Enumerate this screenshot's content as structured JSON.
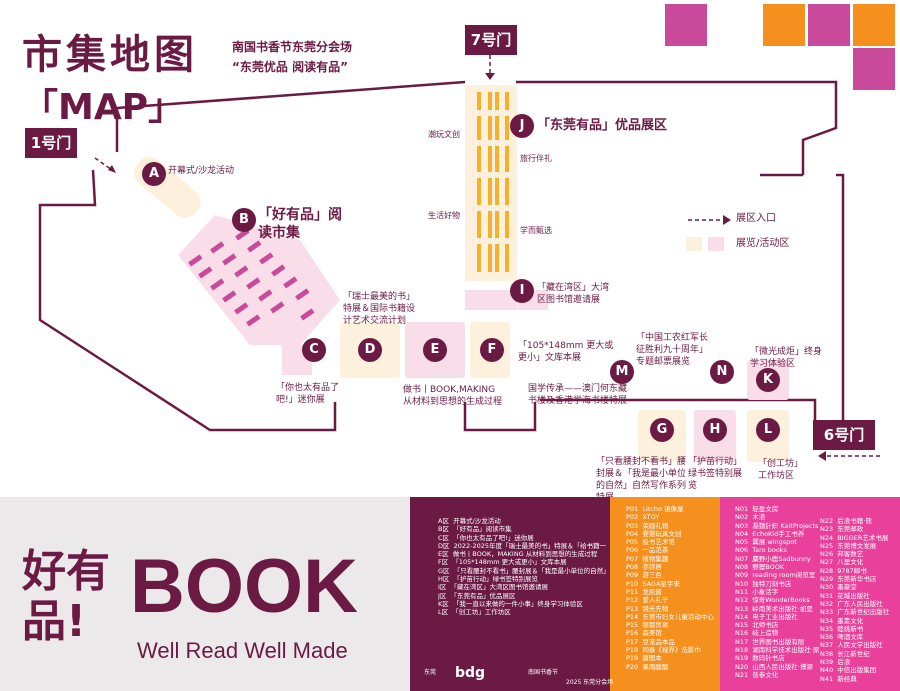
{
  "header": {
    "title": "市集地图",
    "map_en": "「MAP」",
    "event_name": "南国书香节东莞分会场",
    "slogan": "“东莞优品 阅读有品”"
  },
  "gates": {
    "gate1": "1号门",
    "gate7": "7号门",
    "gate6": "6号门"
  },
  "legend": {
    "entrance": "展区入口",
    "exhibit_area": "展览/活动区"
  },
  "zones": {
    "A": {
      "letter": "A",
      "label": "开幕式/沙龙活动"
    },
    "B": {
      "letter": "B",
      "label": "「好有品」阅读市集"
    },
    "C": {
      "letter": "C",
      "label": "「你也太有品了吧!」迷你展"
    },
    "D": {
      "letter": "D",
      "label": "「瑞士最美的书」特展＆国际书籍设计艺术交流计划"
    },
    "E": {
      "letter": "E",
      "label": ""
    },
    "F": {
      "letter": "F",
      "label": "「105*148mm 更大或更小」文库本展"
    },
    "DE_label": "做书丨BOOK,MAKING 从材料到思想的生成过程",
    "G": {
      "letter": "G",
      "label": "「只看腰封不看书」腰封展＆「我是最小单位的自然」自然写作系列特展"
    },
    "H": {
      "letter": "H",
      "label": "「护苗行动」绿书签特别展览"
    },
    "I": {
      "letter": "I",
      "label": "「藏在湾区」大湾区图书馆邀请展"
    },
    "J": {
      "letter": "J",
      "label": "「东莞有品」优品展区"
    },
    "K": {
      "letter": "K",
      "label": "「微光成炬」终身学习体验区"
    },
    "L": {
      "letter": "L",
      "label": "「创工坊」工作坊区"
    },
    "M": {
      "letter": "M",
      "label": "国学传承——澳门何东藏书楼及香港学海书楼特展"
    },
    "N": {
      "letter": "N",
      "label": "「中国工农红军长征胜利九十周年」专题邮票展览"
    },
    "J_sub": [
      "潮玩文创",
      "旅行伴礼",
      "生活好物",
      "学而甄选"
    ]
  },
  "bottom": {
    "big_cn": "好有品!",
    "book": "BOOK",
    "tagline": "Well Read Well Made",
    "zone_list": [
      [
        "A区",
        "开幕式/沙龙活动"
      ],
      [
        "B区",
        "「好有品」阅读市集"
      ],
      [
        "C区",
        "「你也太有品了吧!」迷你展"
      ],
      [
        "D区",
        "2022-2025年度「瑞士最美的书」特展＆「给书籍一个机会」国际书籍设计艺术交流计划"
      ],
      [
        "E区",
        "做书丨BOOK，MAKING 从材料到思想的生成过程"
      ],
      [
        "F区",
        "「105*148mm 更大或更小」文库本展"
      ],
      [
        "G区",
        "「只看腰封不看书」腰封展＆「我是最小单位的自然」自然写作系列特展"
      ],
      [
        "H区",
        "「护苗行动」绿书签特别展览"
      ],
      [
        "I区",
        "「藏在湾区」大湾区图书馆邀请展"
      ],
      [
        "J区",
        "「东莞有品」优品展区"
      ],
      [
        "K区",
        "「我一直以来做的一件小事」终身学习体验区"
      ],
      [
        "L区",
        "「创工坊」工作坊区"
      ]
    ],
    "p_list": [
      [
        "P01",
        "Litcho 镜像屋"
      ],
      [
        "P02",
        "XTOY"
      ],
      [
        "P03",
        "荣圆礼物"
      ],
      [
        "P04",
        "婴婴玩具文创"
      ],
      [
        "P05",
        "极书艺术馆"
      ],
      [
        "P06",
        "一品范茶"
      ],
      [
        "P07",
        "植物集趣"
      ],
      [
        "P08",
        "弥弥居"
      ],
      [
        "P09",
        "游三色"
      ],
      [
        "P10",
        "SAGA星宇来"
      ],
      [
        "P11",
        "龙凯酱"
      ],
      [
        "P12",
        "爱人礼子"
      ],
      [
        "P13",
        "镜光先物"
      ],
      [
        "P14",
        "东莞市妇女儿童活动中心"
      ],
      [
        "P15",
        "银都贸易"
      ],
      [
        "P16",
        "森美馆"
      ],
      [
        "P17",
        "豆宠品本品"
      ],
      [
        "P18",
        "同泰《视界》洗影巾"
      ],
      [
        "P19",
        "唐图本"
      ],
      [
        "P20",
        "果雨酸酸"
      ]
    ],
    "n_list_1": [
      [
        "N01",
        "轻盈文房"
      ],
      [
        "N02",
        "木浪"
      ],
      [
        "N03",
        "凝魏针织 KaitProjects"
      ],
      [
        "N04",
        "EchoKid手工书养"
      ],
      [
        "N05",
        "翼展 wingspot"
      ],
      [
        "N06",
        "Taro books"
      ],
      [
        "N07",
        "麋野小鹿Sadbunny"
      ],
      [
        "N08",
        "野狸BOOK"
      ],
      [
        "N09",
        "reading room阅览室"
      ],
      [
        "N10",
        "独特刀刻书店"
      ],
      [
        "N11",
        "小象活字"
      ],
      [
        "N12",
        "惊奇WonderBooks"
      ],
      [
        "N13",
        "岭南美术出版社·如是"
      ],
      [
        "N14",
        "电子工业出版社"
      ],
      [
        "N15",
        "北师书店"
      ],
      [
        "N16",
        "岐上造物"
      ],
      [
        "N17",
        "世界图书出版有限"
      ],
      [
        "N18",
        "湖南科学技术出版社·原力"
      ],
      [
        "N19",
        "数码针书店"
      ],
      [
        "N20",
        "山西人民出版社·博源"
      ],
      [
        "N21",
        "普参文化"
      ]
    ],
    "n_list_2": [
      [
        "N22",
        "后浪书籍·熊"
      ],
      [
        "N23",
        "东莞邮政"
      ],
      [
        "N24",
        "BIGGER艺术书展"
      ],
      [
        "N25",
        "东莞博文发展"
      ],
      [
        "N26",
        "邦客数艺"
      ],
      [
        "N27",
        "八里文化"
      ],
      [
        "N28",
        "9787邮书"
      ],
      [
        "N29",
        "东莞新华书店"
      ],
      [
        "N30",
        "墨豪堂"
      ],
      [
        "N31",
        "花城出版社"
      ],
      [
        "N32",
        "广东人民出版社"
      ],
      [
        "N33",
        "广东新世纪出版社"
      ],
      [
        "N34",
        "墨素文化"
      ],
      [
        "N35",
        "睦桃新书"
      ],
      [
        "N36",
        "啤酒文库"
      ],
      [
        "N37",
        "人民文学出版社"
      ],
      [
        "N38",
        "长江新世纪"
      ],
      [
        "N39",
        "后浪"
      ],
      [
        "N40",
        "中信出版集团"
      ],
      [
        "N41",
        "新经典"
      ]
    ],
    "logos": [
      "东莞",
      "bdg",
      "南国书香节",
      "2025 东莞分会场"
    ]
  },
  "colors": {
    "primary": "#6b1a44",
    "magenta": "#d0409a",
    "orange": "#f5901e",
    "pink_area": "#f9dde9",
    "cream_area": "#fdf0dc",
    "bottom_bg": "#ece9ea"
  }
}
